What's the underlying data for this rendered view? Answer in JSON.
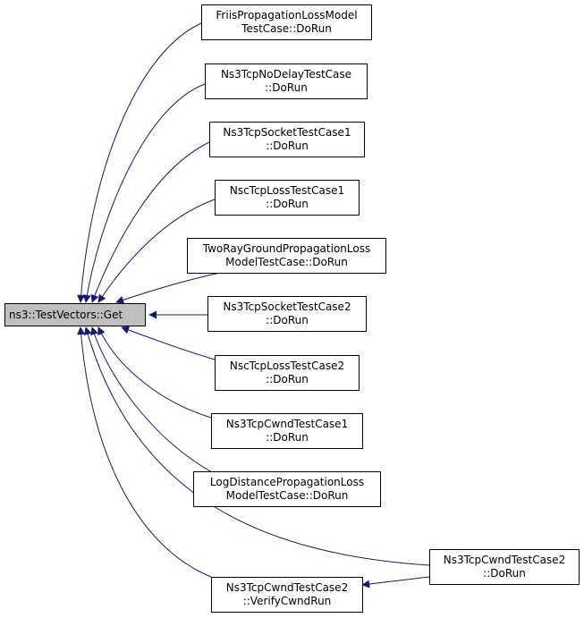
{
  "root": {
    "label": "ns3::TestVectors::Get"
  },
  "callers": [
    {
      "id": "friis",
      "line1": "FriisPropagationLossModel",
      "line2": "TestCase::DoRun"
    },
    {
      "id": "nodelay",
      "line1": "Ns3TcpNoDelayTestCase",
      "line2": "::DoRun"
    },
    {
      "id": "socket1",
      "line1": "Ns3TcpSocketTestCase1",
      "line2": "::DoRun"
    },
    {
      "id": "nscloss1",
      "line1": "NscTcpLossTestCase1",
      "line2": "::DoRun"
    },
    {
      "id": "tworay",
      "line1": "TwoRayGroundPropagationLoss",
      "line2": "ModelTestCase::DoRun"
    },
    {
      "id": "socket2",
      "line1": "Ns3TcpSocketTestCase2",
      "line2": "::DoRun"
    },
    {
      "id": "nscloss2",
      "line1": "NscTcpLossTestCase2",
      "line2": "::DoRun"
    },
    {
      "id": "cwnd1",
      "line1": "Ns3TcpCwndTestCase1",
      "line2": "::DoRun"
    },
    {
      "id": "logdist",
      "line1": "LogDistancePropagationLoss",
      "line2": "ModelTestCase::DoRun"
    },
    {
      "id": "verifycwnd",
      "line1": "Ns3TcpCwndTestCase2",
      "line2": "::VerifyCwndRun"
    },
    {
      "id": "cwnd2run",
      "line1": "Ns3TcpCwndTestCase2",
      "line2": "::DoRun"
    }
  ],
  "colors": {
    "edge": "#191970",
    "root_fill": "#bfbfbf",
    "node_border": "#000000"
  }
}
